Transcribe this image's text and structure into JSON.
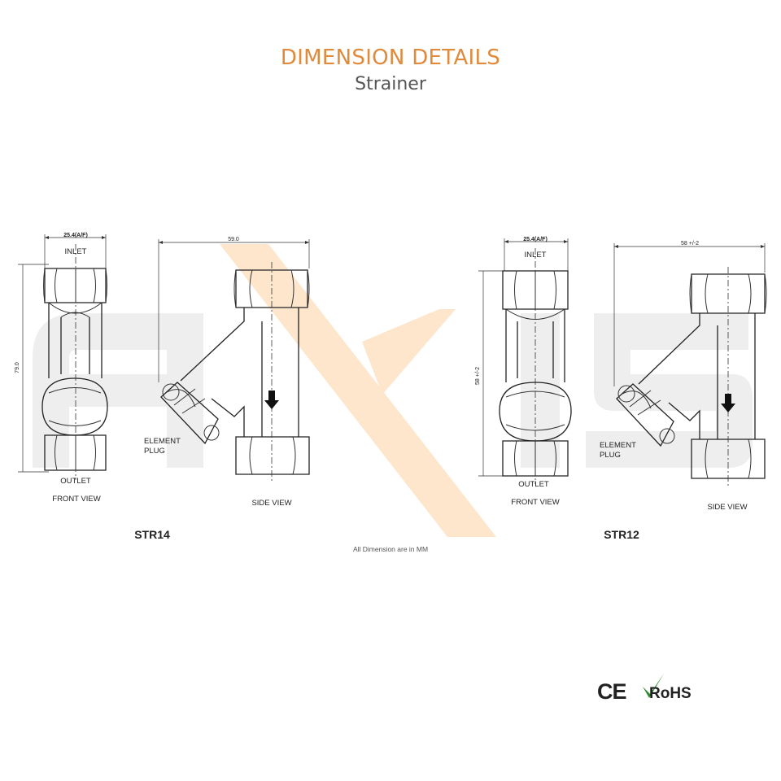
{
  "header": {
    "title": "DIMENSION DETAILS",
    "subtitle": "Strainer"
  },
  "watermark": {
    "text": "AXIS",
    "accent_color": "#fde6cc",
    "gray_color": "#eeeeee"
  },
  "drawings": [
    {
      "model": "STR14",
      "front_view": {
        "label": "FRONT VIEW",
        "inlet": "INLET",
        "outlet": "OUTLET",
        "width_dim": "25.4(A/F)",
        "height_dim": "79.0"
      },
      "side_view": {
        "label": "SIDE VIEW",
        "plug_label_1": "ELEMENT",
        "plug_label_2": "PLUG",
        "width_dim": "59.0"
      }
    },
    {
      "model": "STR12",
      "front_view": {
        "label": "FRONT VIEW",
        "inlet": "INLET",
        "outlet": "OUTLET",
        "width_dim": "25.4(A/F)",
        "height_dim": "58 +/-2"
      },
      "side_view": {
        "label": "SIDE VIEW",
        "plug_label_1": "ELEMENT",
        "plug_label_2": "PLUG",
        "width_dim": "58 +/-2"
      }
    }
  ],
  "footnote": "All Dimension are in MM",
  "certifications": {
    "ce": "CE",
    "rohs": "RoHS",
    "check_color": "#2e8b2e"
  }
}
